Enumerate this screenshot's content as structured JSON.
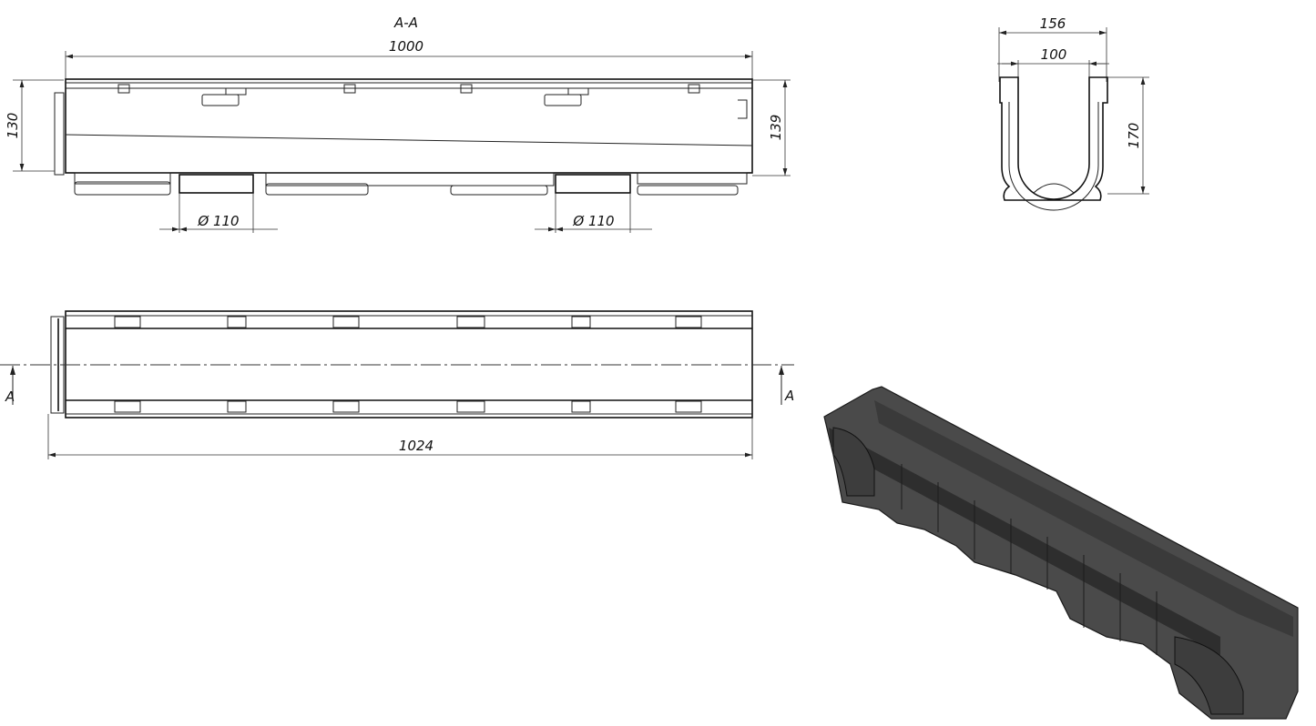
{
  "section_view": {
    "title": "A-A",
    "length_dim": "1000",
    "height_left_dim": "130",
    "height_right_dim": "139",
    "outlet_1_dim": "Ø 110",
    "outlet_2_dim": "Ø 110"
  },
  "end_view": {
    "outer_width_dim": "156",
    "inner_width_dim": "100",
    "height_dim": "170"
  },
  "plan_view": {
    "section_mark_left": "A",
    "section_mark_right": "A",
    "total_length_dim": "1024"
  },
  "colors": {
    "line": "#222222",
    "render_body": "#4a4a4a",
    "render_dark": "#2e2e2e"
  }
}
